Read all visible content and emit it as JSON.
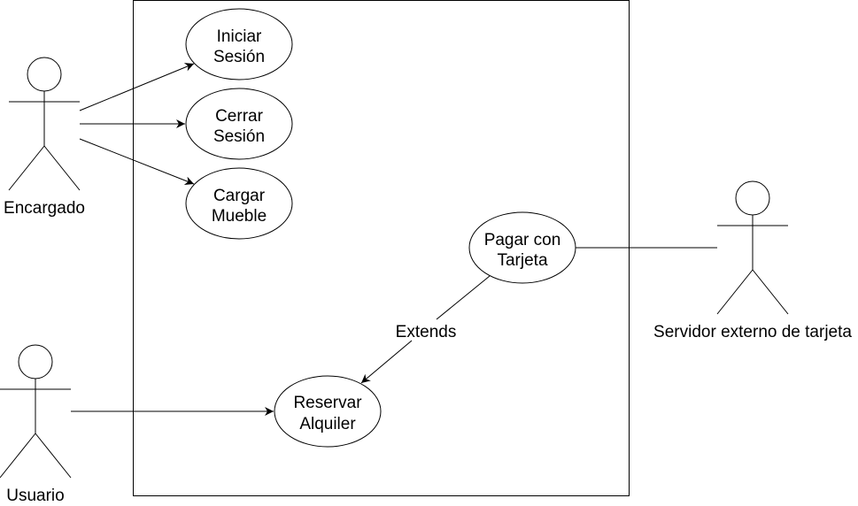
{
  "colors": {
    "stroke": "#000000",
    "fill": "#ffffff",
    "text": "#000000"
  },
  "actors": {
    "encargado": "Encargado",
    "usuario": "Usuario",
    "servidor": "Servidor externo de tarjeta"
  },
  "use_cases": {
    "iniciar_sesion": [
      "Iniciar",
      "Sesión"
    ],
    "cerrar_sesion": [
      "Cerrar",
      "Sesión"
    ],
    "cargar_mueble": [
      "Cargar",
      "Mueble"
    ],
    "pagar_con_tarjeta": [
      "Pagar con",
      "Tarjeta"
    ],
    "reservar_alquiler": [
      "Reservar",
      "Alquiler"
    ]
  },
  "relations": {
    "extends_label": "Extends"
  }
}
